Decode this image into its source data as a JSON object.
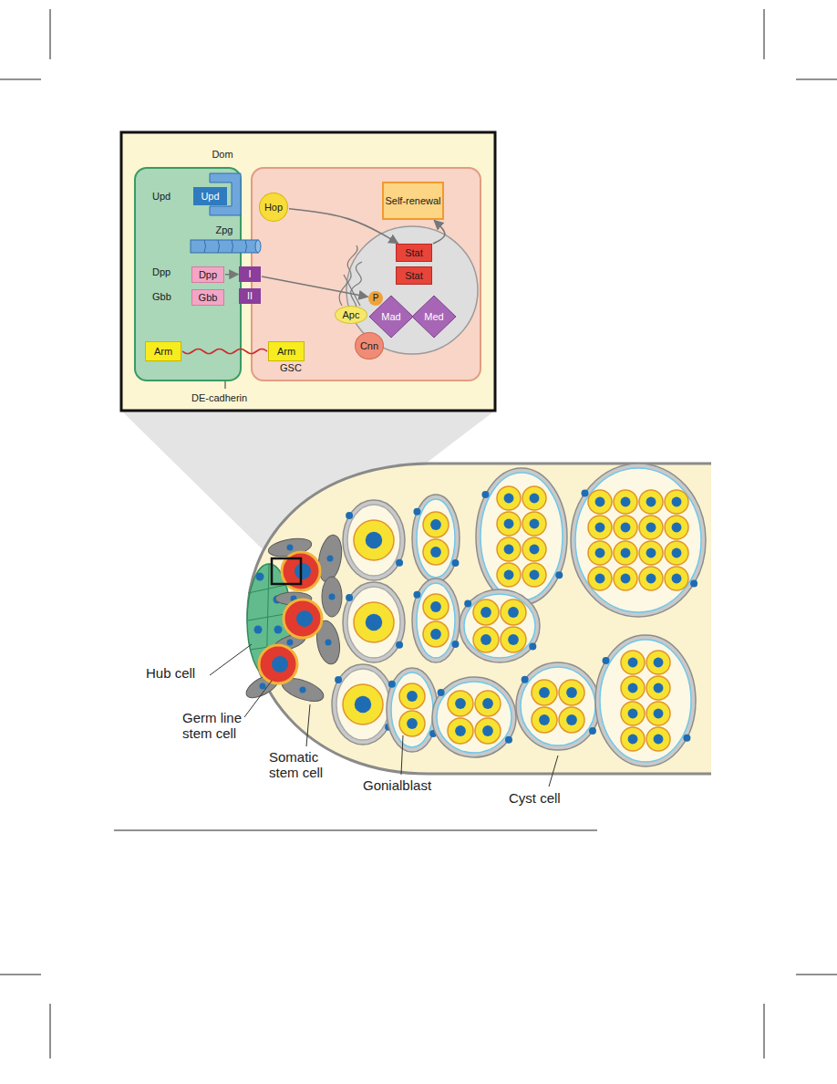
{
  "diagram": {
    "nodes": [
      {
        "text": [
          "Upd",
          "Dpp",
          "Gbb"
        ]
      },
      {
        "text": [
          "Arm"
        ],
        "in": 0
      },
      {
        "text": [
          "Upd"
        ],
        "in": 0
      },
      {
        "text": [
          "Dpp"
        ],
        "in": 0
      },
      {
        "text": [
          "Gbb"
        ],
        "in": 0
      },
      {
        "text": [
          "GSC"
        ]
      },
      {
        "text": [
          "Dom"
        ]
      },
      {
        "text": [
          "Hop"
        ],
        "in": 5
      },
      {
        "text": [
          "Self-renewal"
        ],
        "in": 5
      },
      {
        "text": [
          "Stat"
        ],
        "in": 5
      },
      {
        "text": [
          "Stat"
        ],
        "in": 5
      },
      {
        "text": [
          "I"
        ]
      },
      {
        "text": [
          "II"
        ]
      },
      {
        "text": [
          "P"
        ],
        "in": 5
      },
      {
        "text": [
          "Mad"
        ],
        "in": 5
      },
      {
        "text": [
          "Med"
        ],
        "in": 5
      },
      {
        "text": [
          "Apc"
        ],
        "in": 5
      },
      {
        "text": [
          "Cnn"
        ],
        "in": 5
      },
      {
        "text": [
          "Arm"
        ],
        "in": 5
      },
      {
        "text": [
          "Zpg"
        ]
      }
    ],
    "edges": [
      {
        "from": 7,
        "to": 9,
        "arrow": "to"
      },
      {
        "from": 9,
        "to": 8,
        "arrow": "to"
      },
      {
        "from": 3,
        "to": 11,
        "arrow": "to"
      },
      {
        "from": 11,
        "to": 13,
        "arrow": "to"
      },
      {
        "from": 1,
        "to": 18,
        "arrow": "none"
      }
    ],
    "labels": [
      "Hub cell",
      "Germ line stem cell",
      "Somatic stem cell",
      "Gonialblast",
      "Cyst cell",
      "DE-cadherin"
    ]
  }
}
